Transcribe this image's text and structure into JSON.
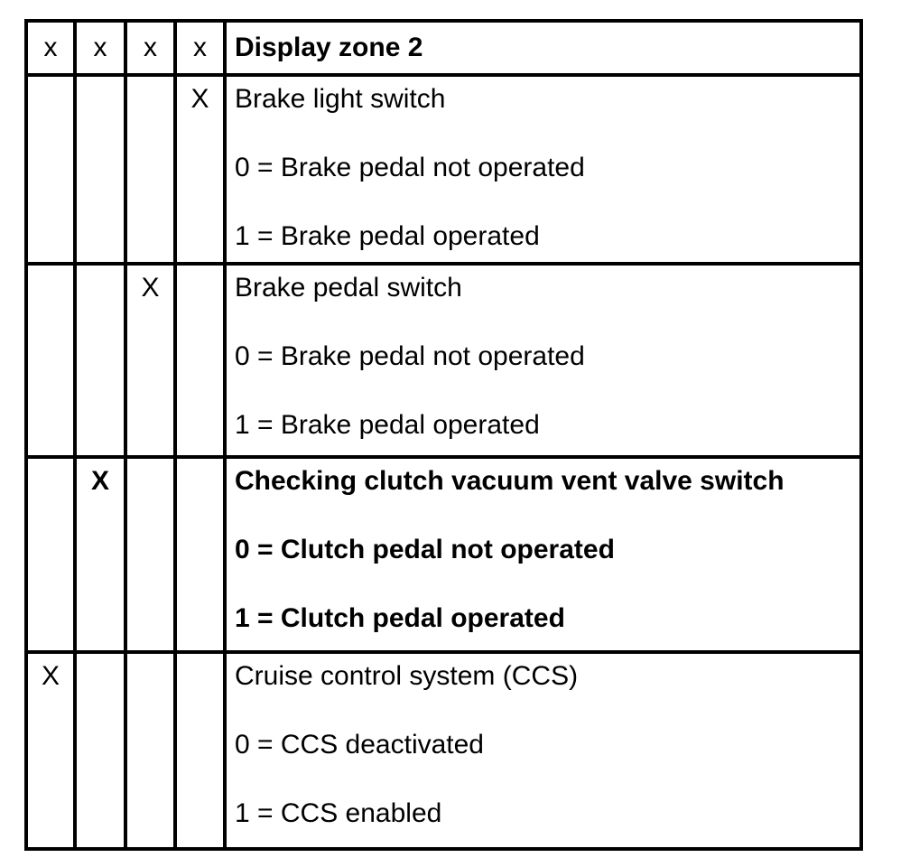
{
  "page": {
    "background_color": "#ffffff",
    "border_color": "#000000",
    "text_color": "#000000"
  },
  "table": {
    "header": {
      "marks": [
        "x",
        "x",
        "x",
        "x"
      ],
      "title": "Display zone 2"
    },
    "rows": [
      {
        "marks": [
          "",
          "",
          "",
          "X"
        ],
        "bold": false,
        "lines": [
          "Brake light switch",
          "0 = Brake pedal not operated",
          "1 = Brake pedal operated"
        ]
      },
      {
        "marks": [
          "",
          "",
          "X",
          ""
        ],
        "bold": false,
        "lines": [
          "Brake pedal switch",
          "0 = Brake pedal not operated",
          "1 = Brake pedal operated"
        ]
      },
      {
        "marks": [
          "",
          "X",
          "",
          ""
        ],
        "bold": true,
        "lines": [
          "Checking clutch vacuum vent valve switch",
          "0 = Clutch pedal not operated",
          "1 = Clutch pedal operated"
        ]
      },
      {
        "marks": [
          "X",
          "",
          "",
          ""
        ],
        "bold": false,
        "lines": [
          "Cruise control system (CCS)",
          "0 = CCS deactivated",
          "1 = CCS enabled"
        ]
      }
    ]
  }
}
